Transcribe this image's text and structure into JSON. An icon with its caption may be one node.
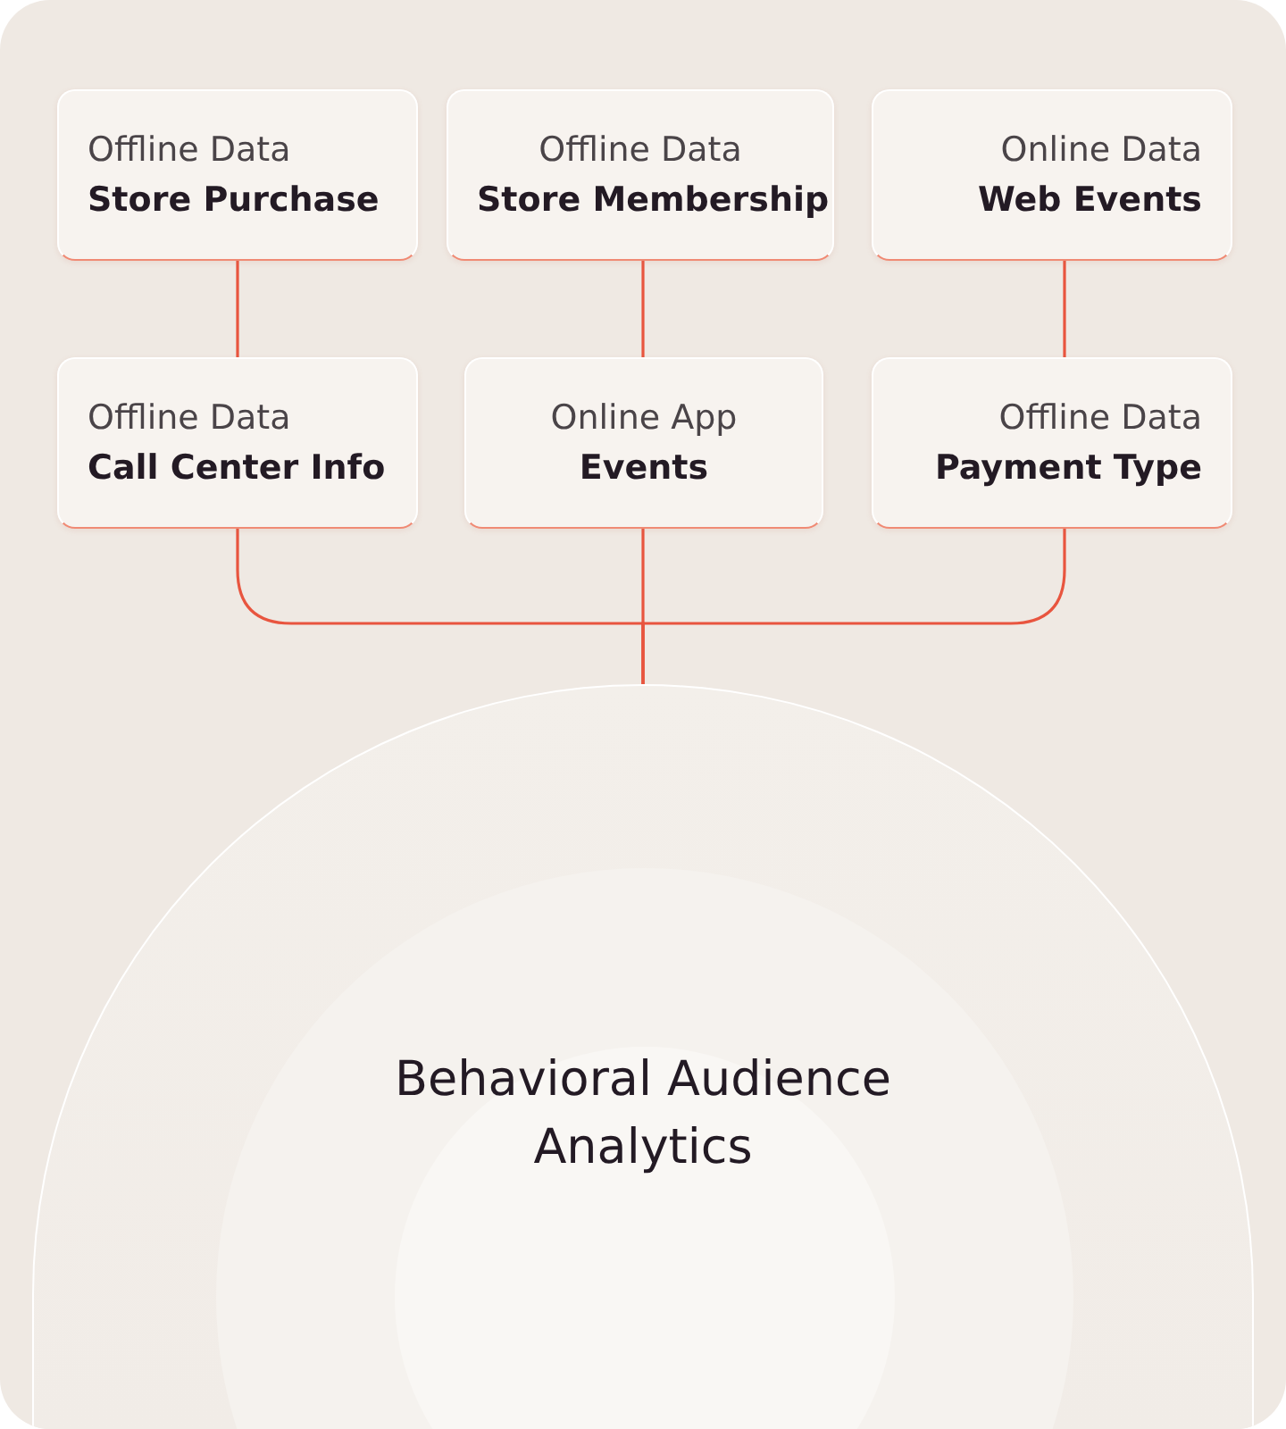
{
  "diagram": {
    "nodes": [
      {
        "text": [
          "Offline Data",
          "Store Purchase"
        ]
      },
      {
        "text": [
          "Offline Data",
          "Store Membership"
        ]
      },
      {
        "text": [
          "Online Data",
          "Web Events"
        ]
      },
      {
        "text": [
          "Offline Data",
          "Call Center Info"
        ]
      },
      {
        "text": [
          "Online App",
          "Events"
        ]
      },
      {
        "text": [
          "Offline Data",
          "Payment Type"
        ]
      },
      {
        "text": [
          "Behavioral Audience Analytics"
        ]
      }
    ],
    "edges": [
      {
        "from": 0,
        "to": 3,
        "arrow": "none"
      },
      {
        "from": 1,
        "to": 4,
        "arrow": "none"
      },
      {
        "from": 2,
        "to": 5,
        "arrow": "none"
      },
      {
        "from": 3,
        "to": 6,
        "arrow": "none"
      },
      {
        "from": 4,
        "to": 6,
        "arrow": "none"
      },
      {
        "from": 5,
        "to": 6,
        "arrow": "none"
      }
    ]
  }
}
